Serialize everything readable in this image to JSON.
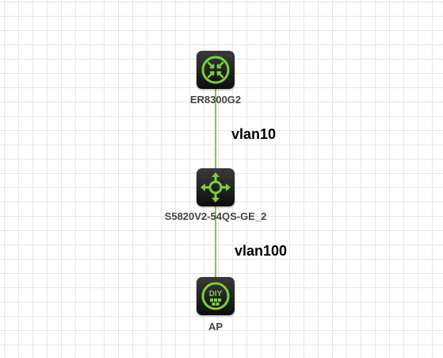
{
  "diagram": {
    "nodes": [
      {
        "id": "router",
        "label": "ER8300G2",
        "icon": "router-icon"
      },
      {
        "id": "switch",
        "label": "S5820V2-54QS-GE_2",
        "icon": "switch-icon"
      },
      {
        "id": "ap",
        "label": "AP",
        "icon": "diy-device-icon"
      }
    ],
    "links": [
      {
        "from": "router",
        "to": "switch",
        "label": "vlan10"
      },
      {
        "from": "switch",
        "to": "ap",
        "label": "vlan100"
      }
    ],
    "colors": {
      "link": "#7ccf3b",
      "icon_accent": "#7ccf3b",
      "icon_bg": "#1a1a1a",
      "grid": "#e6e6e6"
    }
  }
}
